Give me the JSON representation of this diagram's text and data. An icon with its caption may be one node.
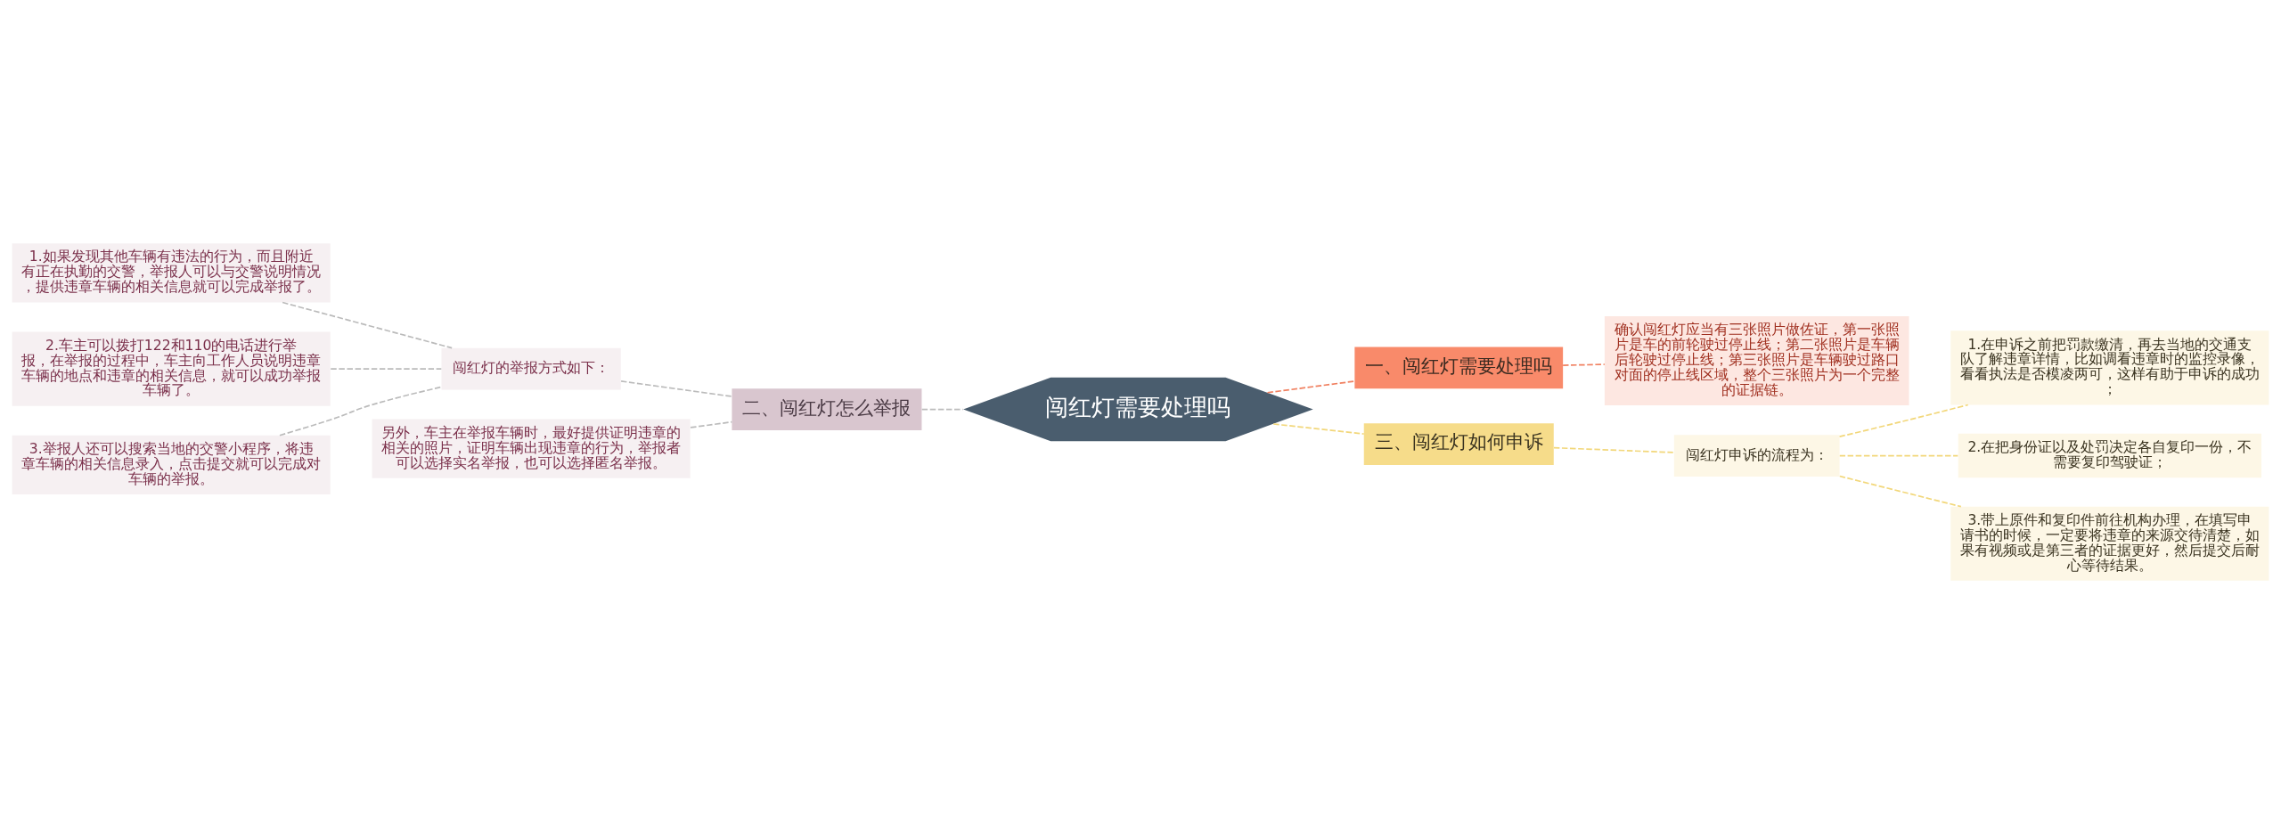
{
  "diagram": {
    "nodes": [
      {
        "text": [
          "闯红灯需要处理吗"
        ]
      },
      {
        "text": [
          "一、闯红灯需要处理吗"
        ]
      },
      {
        "text": [
          "确认闯红灯应当有三张照片做佐证，第一张照片是车的前轮驶过停止线；第二张照片是车辆后轮驶过停止线；第三张照片是车辆驶过路口对面的停止线区域，整个三张照片为一个完整的证据链。"
        ]
      },
      {
        "text": [
          "二、闯红灯怎么举报"
        ]
      },
      {
        "text": [
          "闯红灯的举报方式如下："
        ]
      },
      {
        "text": [
          "1.如果发现其他车辆有违法的行为，而且附近有正在执勤的交警，举报人可以与交警说明情况，提供违章车辆的相关信息就可以完成举报了。"
        ]
      },
      {
        "text": [
          "2.车主可以拨打122和110的电话进行举报，在举报的过程中，车主向工作人员说明违章车辆的地点和违章的相关信息，就可以成功举报车辆了。"
        ]
      },
      {
        "text": [
          "3.举报人还可以搜索当地的交警小程序，将违章车辆的相关信息录入，点击提交就可以完成对车辆的举报。"
        ]
      },
      {
        "text": [
          "另外，车主在举报车辆时，最好提供证明违章的相关的照片，证明车辆出现违章的行为，举报者可以选择实名举报，也可以选择匿名举报。"
        ]
      },
      {
        "text": [
          "三、闯红灯如何申诉"
        ]
      },
      {
        "text": [
          "闯红灯申诉的流程为："
        ]
      },
      {
        "text": [
          "1.在申诉之前把罚款缴清，再去当地的交通支队了解违章详情，比如调看违章时的监控录像，看看执法是否模凌两可，这样有助于申诉的成功；"
        ]
      },
      {
        "text": [
          "2.在把身份证以及处罚决定各自复印一份，不需要复印驾驶证；"
        ]
      },
      {
        "text": [
          "3.带上原件和复印件前往机构办理，在填写申请书的时候，一定要将违章的来源交待清楚，如果有视频或是第三者的证据更好，然后提交后耐心等待结果。"
        ]
      }
    ],
    "edges": [
      {
        "from": 0,
        "to": 1,
        "arrow": "none",
        "style": "dashed",
        "color": "#f08060"
      },
      {
        "from": 1,
        "to": 2,
        "arrow": "none",
        "style": "dashed",
        "color": "#f08060"
      },
      {
        "from": 0,
        "to": 3,
        "arrow": "none",
        "style": "dashed",
        "color": "#bbbbbb"
      },
      {
        "from": 3,
        "to": 4,
        "arrow": "none",
        "style": "dashed",
        "color": "#bbbbbb"
      },
      {
        "from": 4,
        "to": 5,
        "arrow": "none",
        "style": "dashed",
        "color": "#bbbbbb"
      },
      {
        "from": 4,
        "to": 6,
        "arrow": "none",
        "style": "dashed",
        "color": "#bbbbbb"
      },
      {
        "from": 4,
        "to": 7,
        "arrow": "none",
        "style": "dashed",
        "color": "#bbbbbb"
      },
      {
        "from": 3,
        "to": 8,
        "arrow": "none",
        "style": "dashed",
        "color": "#bbbbbb"
      },
      {
        "from": 0,
        "to": 9,
        "arrow": "none",
        "style": "dashed",
        "color": "#f2d77a"
      },
      {
        "from": 9,
        "to": 10,
        "arrow": "none",
        "style": "dashed",
        "color": "#f2d77a"
      },
      {
        "from": 10,
        "to": 11,
        "arrow": "none",
        "style": "dashed",
        "color": "#f2d77a"
      },
      {
        "from": 10,
        "to": 12,
        "arrow": "none",
        "style": "dashed",
        "color": "#f2d77a"
      },
      {
        "from": 10,
        "to": 13,
        "arrow": "none",
        "style": "dashed",
        "color": "#f2d77a"
      }
    ]
  }
}
